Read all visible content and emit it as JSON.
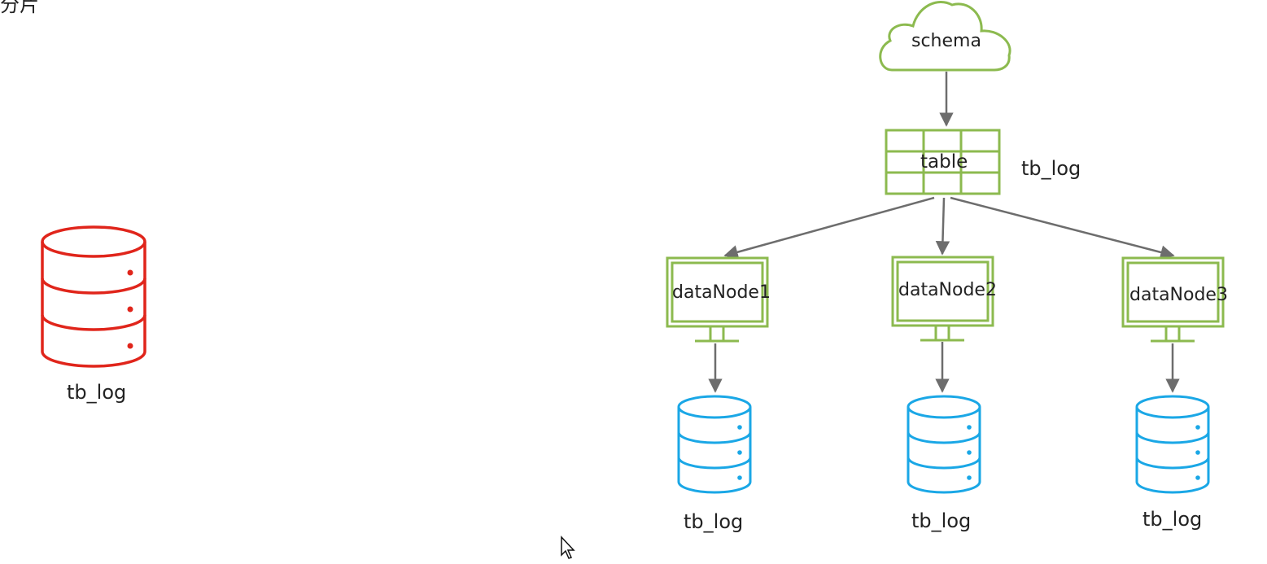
{
  "colors": {
    "red_db": "#e0251b",
    "blue_db": "#1aa7e6",
    "green": "#8cba4f",
    "arrow": "#6d6d6d",
    "text": "#222222"
  },
  "top_partial_text": "分片",
  "left": {
    "db_icon": "database-icon",
    "label": "tb_log"
  },
  "right": {
    "schema": {
      "icon": "cloud-icon",
      "label": "schema"
    },
    "table": {
      "icon": "table-grid-icon",
      "label": "table",
      "side_label": "tb_log"
    },
    "data_nodes": [
      {
        "icon": "monitor-icon",
        "label": "dataNode1",
        "db_icon": "database-icon",
        "db_label": "tb_log"
      },
      {
        "icon": "monitor-icon",
        "label": "dataNode2",
        "db_icon": "database-icon",
        "db_label": "tb_log"
      },
      {
        "icon": "monitor-icon",
        "label": "dataNode3",
        "db_icon": "database-icon",
        "db_label": "tb_log"
      }
    ]
  }
}
